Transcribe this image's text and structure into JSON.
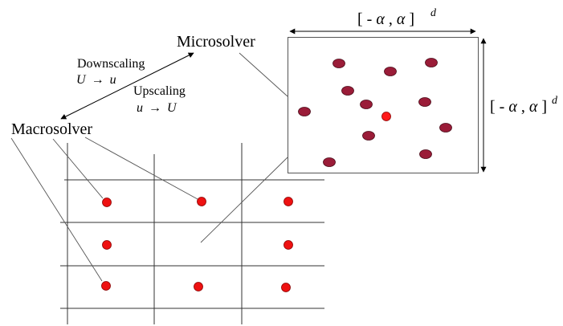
{
  "labels": {
    "microsolver": "Microsolver",
    "macrosolver": "Macrosolver",
    "downscaling": "Downscaling",
    "downscaling_formula_left": "U",
    "downscaling_formula_arrow": "→",
    "downscaling_formula_right": "u",
    "upscaling": "Upscaling",
    "upscaling_formula_left": "u",
    "upscaling_formula_arrow": "→",
    "upscaling_formula_right": "U"
  },
  "domain_width_label": {
    "open": "[ -",
    "alpha1": "α",
    "sep": " , ",
    "alpha2": "α",
    "close": " ]",
    "exponent": "d"
  },
  "domain_height_label": {
    "open": "[ -",
    "alpha1": "α",
    "sep": " , ",
    "alpha2": "α",
    "close": " ]",
    "exponent": "d"
  },
  "colors": {
    "macro_point": "#ee1111",
    "macro_point_stroke": "#8a0000",
    "micro_particle": "#9a1c38",
    "micro_particle_stroke": "#4a0a18",
    "micro_highlight": "#ff1a1a",
    "lines": "#333333"
  }
}
